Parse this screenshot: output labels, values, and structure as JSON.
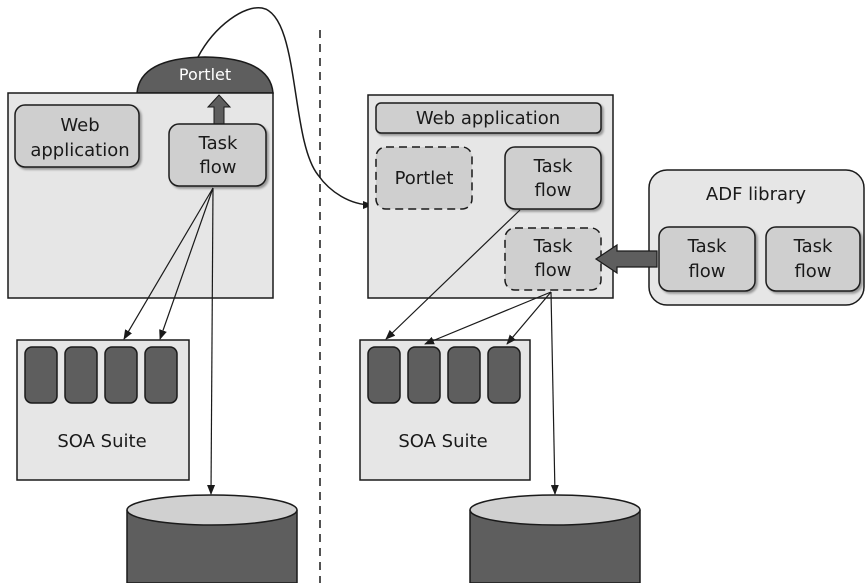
{
  "left": {
    "portlet_tab": "Portlet",
    "web_application": [
      "Web",
      "application"
    ],
    "task_flow": [
      "Task",
      "flow"
    ],
    "soa_suite": "SOA Suite"
  },
  "right": {
    "web_application": "Web application",
    "portlet": "Portlet",
    "task_flow_top": [
      "Task",
      "flow"
    ],
    "task_flow_dashed": [
      "Task",
      "flow"
    ],
    "soa_suite": "SOA Suite"
  },
  "adf_library": {
    "title": "ADF library",
    "task_flow_1": [
      "Task",
      "flow"
    ],
    "task_flow_2": [
      "Task",
      "flow"
    ]
  },
  "colors": {
    "panel_fill": "#e6e6e6",
    "box_fill": "#cfcfcf",
    "dark_fill": "#5e5e5e",
    "stroke": "#1a1a1a"
  }
}
